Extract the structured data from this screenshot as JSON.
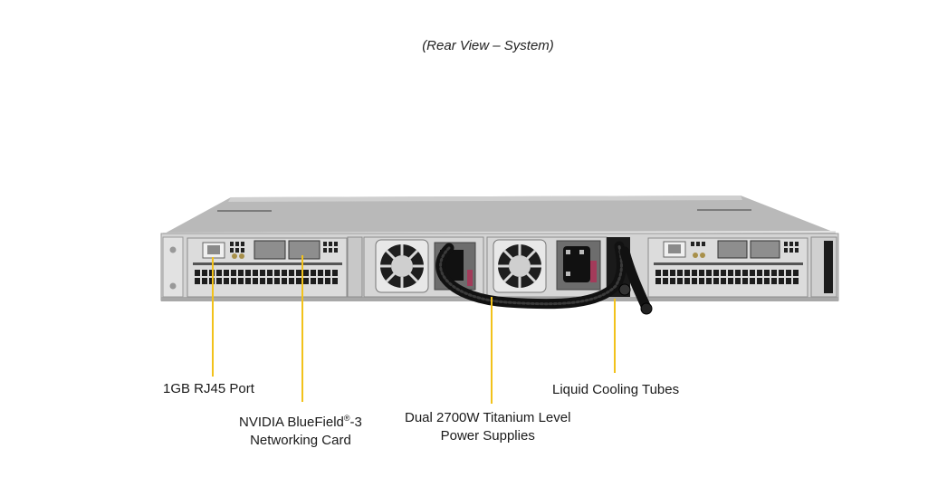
{
  "caption": "(Rear View – System)",
  "accent_color": "#f2c21b",
  "callouts": [
    {
      "id": "rj45",
      "lines": [
        "1GB RJ45 Port"
      ]
    },
    {
      "id": "bluefield",
      "line1_prefix": "NVIDIA BlueField",
      "line1_sup": "®",
      "line1_suffix": "-3",
      "line2": "Networking Card"
    },
    {
      "id": "psu",
      "lines": [
        "Dual 2700W Titanium Level",
        "Power Supplies"
      ]
    },
    {
      "id": "cooling",
      "lines": [
        "Liquid Cooling Tubes"
      ]
    }
  ]
}
